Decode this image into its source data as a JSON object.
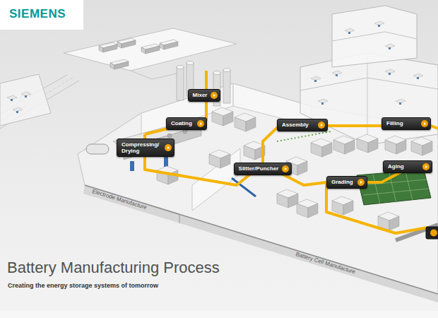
{
  "diagram": {
    "title": "Battery Manufacturing Process",
    "caption": "Creating the energy storage systems of tomorrow",
    "nodes": [
      {
        "text": [
          "Mixer"
        ]
      },
      {
        "text": [
          "Coating"
        ]
      },
      {
        "text": [
          "Compressing/ Drying"
        ]
      },
      {
        "text": [
          "Slitter/Puncher"
        ]
      },
      {
        "text": [
          "Assembly"
        ]
      },
      {
        "text": [
          "Filling"
        ]
      },
      {
        "text": [
          "Aging"
        ]
      },
      {
        "text": [
          "Grading"
        ]
      }
    ],
    "labels": [
      "SIEMENS",
      "Electrode Manufacture",
      "Battery Cell Manufacture"
    ]
  }
}
